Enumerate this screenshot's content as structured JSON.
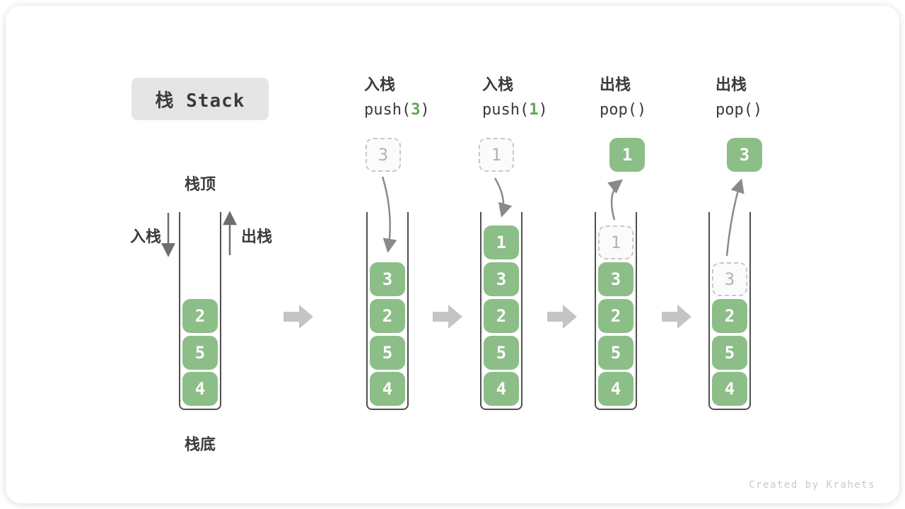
{
  "title": "栈 Stack",
  "side_labels": {
    "top": "栈顶",
    "bottom": "栈底",
    "push": "入栈",
    "pop": "出栈"
  },
  "operations": [
    {
      "zh": "入栈",
      "code_before": "push(",
      "arg": "3",
      "code_after": ")"
    },
    {
      "zh": "入栈",
      "code_before": "push(",
      "arg": "1",
      "code_after": ")"
    },
    {
      "zh": "出栈",
      "code_before": "pop(",
      "arg": "",
      "code_after": ")"
    },
    {
      "zh": "出栈",
      "code_before": "pop(",
      "arg": "",
      "code_after": ")"
    }
  ],
  "floating_boxes": [
    {
      "value": "3",
      "style": "dashed"
    },
    {
      "value": "1",
      "style": "dashed"
    },
    {
      "value": "1",
      "style": "solid"
    },
    {
      "value": "3",
      "style": "solid"
    }
  ],
  "stacks": [
    {
      "items": [
        "2",
        "5",
        "4"
      ]
    },
    {
      "items": [
        "3",
        "2",
        "5",
        "4"
      ]
    },
    {
      "items": [
        "1",
        "3",
        "2",
        "5",
        "4"
      ]
    },
    {
      "ghost": "1",
      "items": [
        "3",
        "2",
        "5",
        "4"
      ]
    },
    {
      "ghost": "3",
      "items": [
        "2",
        "5",
        "4"
      ]
    }
  ],
  "watermark": "Created by Krahets",
  "colors": {
    "green": "#8CBE88",
    "code-green": "#62A555",
    "ink": "#3B3B3B",
    "wall": "#4F4F4F",
    "arrow": "#8A8A8A",
    "arrow-dark": "#6E6E6E",
    "block": "#C4C4C4",
    "ghost-border": "#C8C8C8",
    "ghost-bg": "#FBFBFB",
    "ghost-text": "#B3B3B3",
    "title-bg": "#E5E5E5",
    "watermark": "#C9C9C9"
  }
}
